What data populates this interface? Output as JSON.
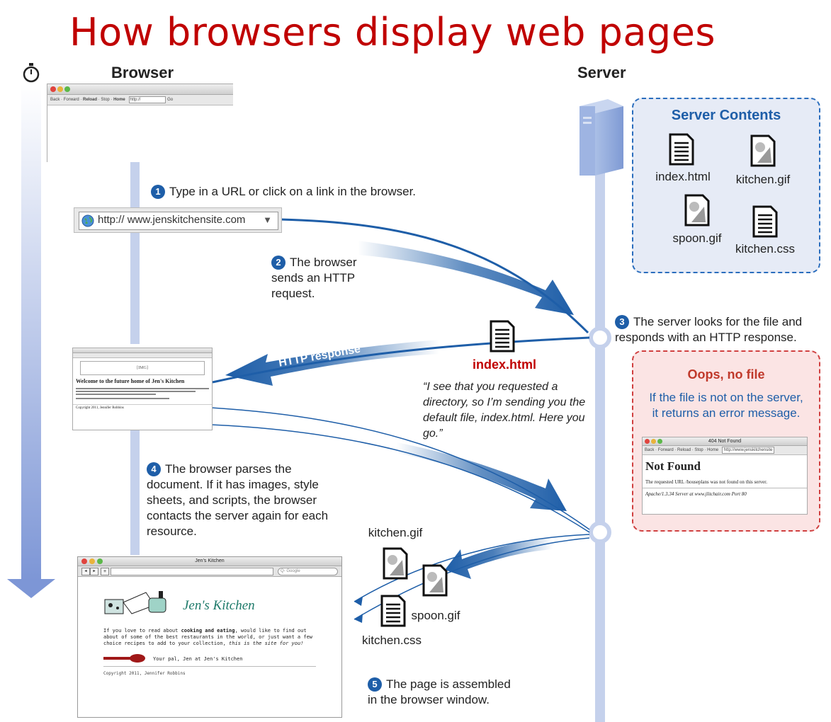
{
  "title": "How browsers display web pages",
  "columns": {
    "browser": "Browser",
    "server": "Server"
  },
  "url_bar": {
    "url": "http:// www.jenskitchensite.com",
    "dropdown": "▼"
  },
  "steps": [
    {
      "num": "1",
      "text": "Type in a URL or click on a link in the browser."
    },
    {
      "num": "2",
      "text": "The browser sends an HTTP request."
    },
    {
      "num": "3",
      "text": "The server looks for the file and responds with an HTTP response."
    },
    {
      "num": "4",
      "text": "The browser parses the document. If it has images, style sheets, and scripts, the browser contacts the server again for each resource."
    },
    {
      "num": "5",
      "text": "The page is assembled in the browser window."
    }
  ],
  "arrows": {
    "request": "HTTP request",
    "response": "HTTP response"
  },
  "server_contents": {
    "title": "Server Contents",
    "files": [
      "index.html",
      "kitchen.gif",
      "spoon.gif",
      "kitchen.css"
    ]
  },
  "response_file": "index.html",
  "server_quote": "“I see that you requested a directory, so I’m sending you the default file, index.html. Here you go.”",
  "error_box": {
    "title": "Oops, no file",
    "text": "If the file is not on the server, it returns an error message.",
    "window_title": "404 Not Found",
    "toolbar": [
      "Back",
      "Forward",
      "Reload",
      "Stop",
      "Home"
    ],
    "url": "http://www.jenskitchensite",
    "heading": "Not Found",
    "body": "The requested URL /houseplans was not found on this server.",
    "footer": "Apache/1.3.34 Server at www.jlitchair.com Port 80"
  },
  "middle_page": {
    "img_placeholder": "[IMG]",
    "heading": "Welcome to the future home of Jen's Kitchen",
    "copyright": "Copyright 2011, Jennifer Robbins"
  },
  "resource_files": [
    "kitchen.gif",
    "spoon.gif",
    "kitchen.css"
  ],
  "final_page": {
    "window_title": "Jen's Kitchen",
    "search_placeholder": "Q- Google",
    "site_title": "Jen's Kitchen",
    "intro_a": "If you love to read about ",
    "intro_bold": "cooking and eating",
    "intro_b": ", would like to find out about of some of the best restaurants in the world, or just want a few choice recipes to add to your collection, ",
    "intro_em": "this is the site for you!",
    "signoff": "Your pal, Jen at Jen's Kitchen",
    "copyright": "Copyright 2011, Jennifer Robbins"
  },
  "top_browser": {
    "toolbar": [
      "Back",
      "Forward",
      "Reload",
      "Stop",
      "Home"
    ],
    "url": "http://",
    "go": "Go"
  },
  "colors": {
    "accent": "#1e5ea8",
    "title": "#c00000",
    "timeline": "#c5d1ec",
    "error": "#d04040"
  },
  "icons": [
    "stopwatch-icon",
    "globe-icon",
    "server-tower-icon",
    "document-icon",
    "image-file-icon"
  ]
}
